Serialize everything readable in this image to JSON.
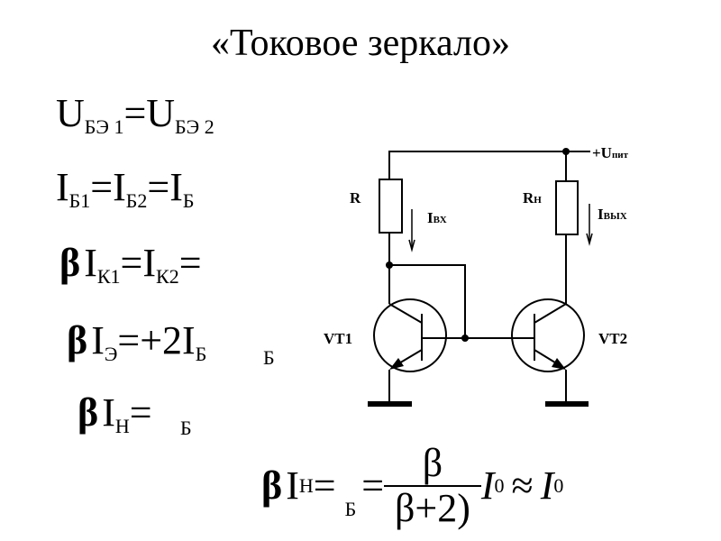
{
  "title": "«Токовое зеркало»",
  "formulas": {
    "f1": {
      "a": "U",
      "a_sub": "БЭ 1",
      "eq": "=",
      "b": "U",
      "b_sub": "БЭ 2"
    },
    "f2": {
      "a": "I",
      "a_sub": "Б1",
      "eq1": "=",
      "b": "I",
      "b_sub": "Б2",
      "eq2": "=",
      "c": "I",
      "c_sub": "Б"
    },
    "f3": {
      "beta": "β",
      "a": "I",
      "a_sub": "К1",
      "eq1": "=",
      "b": "I",
      "b_sub": "К2",
      "eq2": "="
    },
    "f4": {
      "beta": "β",
      "a": "I",
      "a_sub": "Э",
      "eq": "=",
      "plus": "+2",
      "b": "I",
      "b_sub": "Б",
      "extra_sub": "Б"
    },
    "f5": {
      "beta": "β",
      "a": "I",
      "a_sub": "Н",
      "eq": "=",
      "extra_sub": "Б"
    },
    "f6": {
      "beta": "β",
      "a": "I",
      "a_sub": "Н",
      "eq1": "=",
      "sub_b": "Б",
      "eq2": "=",
      "num": "β",
      "den": "β+2)",
      "i0": "I",
      "i0_sub": "0",
      "approx": "≈",
      "i0b": "I",
      "i0b_sub": "0"
    }
  },
  "circuit": {
    "supply": "+U",
    "supply_sub": "пит",
    "r": "R",
    "rn": "R",
    "rn_sub": "Н",
    "iin": "I",
    "iin_sub": "ВХ",
    "iout": "I",
    "iout_sub": "ВЫХ",
    "vt1": "VT1",
    "vt2": "VT2"
  }
}
